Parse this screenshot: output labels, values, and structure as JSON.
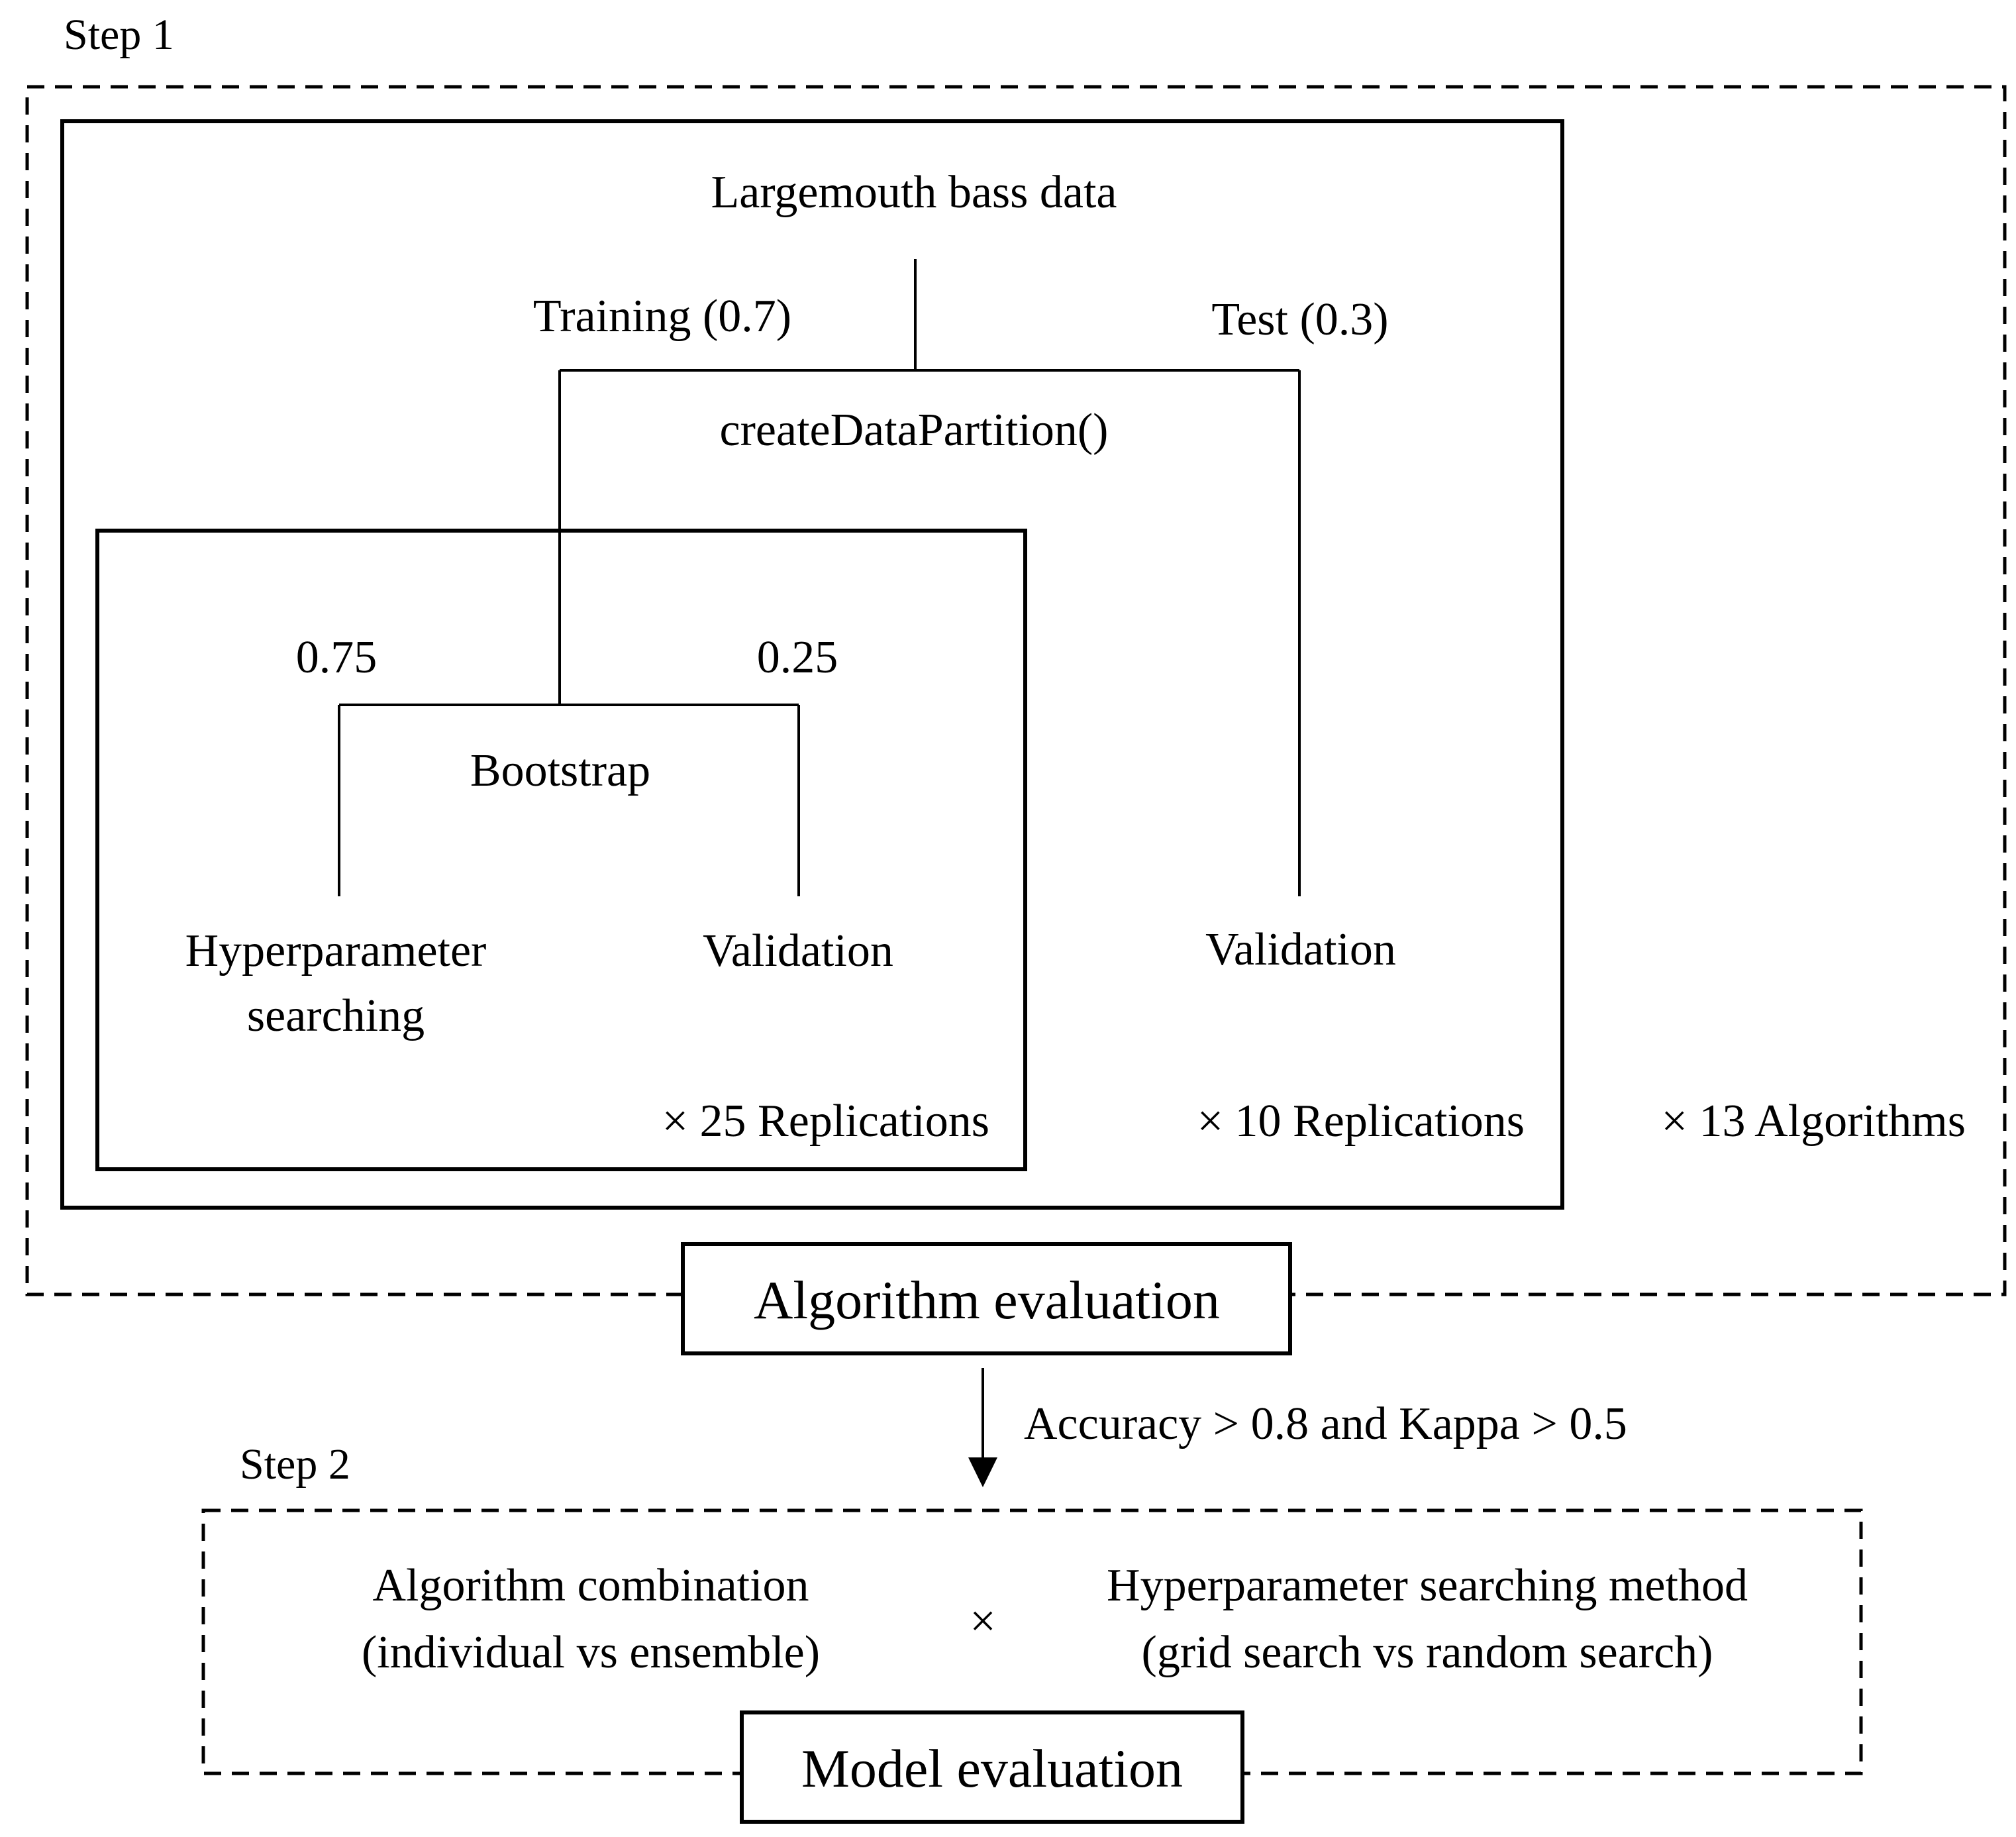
{
  "step1": {
    "label": "Step 1",
    "data_source": "Largemouth bass data",
    "training_label": "Training (0.7)",
    "test_label": "Test (0.3)",
    "partition_function": "createDataPartition()",
    "train_fraction_label": "0.75",
    "validation_fraction_label": "0.25",
    "bootstrap_label": "Bootstrap",
    "hyperparameter_line1": "Hyperparameter",
    "hyperparameter_line2": "searching",
    "inner_validation_label": "Validation",
    "test_validation_label": "Validation",
    "inner_replications": "× 25 Replications",
    "outer_replications": "× 10 Replications",
    "algorithms": "× 13 Algorithms",
    "evaluation_label": "Algorithm evaluation"
  },
  "transition": {
    "criteria": "Accuracy > 0.8 and Kappa > 0.5"
  },
  "step2": {
    "label": "Step 2",
    "combination_line1": "Algorithm combination",
    "combination_line2": "(individual vs ensemble)",
    "times_symbol": "×",
    "search_line1": "Hyperparameter searching method",
    "search_line2": "(grid search vs random search)",
    "evaluation_label": "Model evaluation"
  }
}
